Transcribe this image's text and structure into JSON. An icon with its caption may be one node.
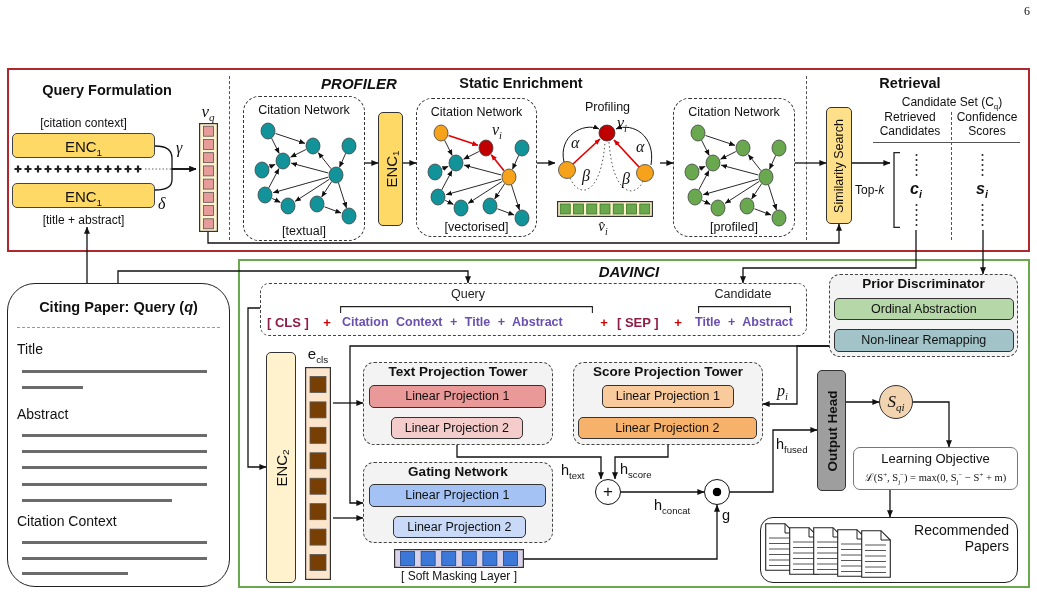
{
  "diagram": {
    "nodes": [
      {
        "text": [
          "PROFILER"
        ]
      },
      {
        "text": [
          "ENC$_{1}$"
        ],
        "beside": [
          "[citation context]"
        ],
        "in": 0
      },
      {
        "text": [
          "ENC$_{1}$"
        ],
        "beside": [
          "[title + abstract]"
        ],
        "in": 0
      },
      {
        "text": [
          "v$_{q}$"
        ],
        "in": 0
      },
      {
        "text": [
          "Citation Network",
          "[textual]"
        ],
        "in": 0
      },
      {
        "text": [
          "ENC$_{1}$"
        ],
        "in": 0
      },
      {
        "text": [
          "Citation Network",
          "[vectorised]"
        ],
        "in": 0
      },
      {
        "text": [
          "Profiling"
        ],
        "in": 0
      },
      {
        "text": [
          "Citation Network",
          "[profiled]"
        ],
        "in": 0
      },
      {
        "text": [
          "Similarity Search"
        ],
        "in": 0
      },
      {
        "text": [
          "c$_{i}$"
        ],
        "in": 0
      },
      {
        "text": [
          "s$_{i}$"
        ],
        "in": 0
      },
      {
        "text": [
          "Citing Paper: Query (*q*)",
          "Title",
          "Abstract",
          "Citation Context"
        ]
      },
      {
        "text": [
          "DAVINCI"
        ]
      },
      {
        "text": [
          "Query",
          "Candidate",
          "[ CLS ]",
          "+",
          "Citation Context + Title + Abstract",
          "+",
          "[ SEP ]",
          "+",
          "Title + Abstract"
        ],
        "in": 13
      },
      {
        "text": [
          "Prior Discriminator"
        ],
        "in": 13
      },
      {
        "text": [
          "Ordinal Abstraction"
        ],
        "in": 15
      },
      {
        "text": [
          "Non-linear Remapping"
        ],
        "in": 15
      },
      {
        "text": [
          "ENC$_{2}$"
        ],
        "in": 13
      },
      {
        "text": [
          "e$_{cls}$"
        ],
        "in": 13
      },
      {
        "text": [
          "Text Projection Tower"
        ],
        "in": 13
      },
      {
        "text": [
          "Linear Projection 1"
        ],
        "in": 20
      },
      {
        "text": [
          "Linear Projection 2"
        ],
        "in": 20
      },
      {
        "text": [
          "Score Projection Tower"
        ],
        "in": 13
      },
      {
        "text": [
          "Linear Projection 1"
        ],
        "in": 23
      },
      {
        "text": [
          "Linear Projection 2"
        ],
        "in": 23
      },
      {
        "text": [
          "Gating Network"
        ],
        "in": 13
      },
      {
        "text": [
          "Linear Projection 1"
        ],
        "in": 26
      },
      {
        "text": [
          "Linear Projection 2"
        ],
        "in": 26
      },
      {
        "text": [
          "[ Soft Masking Layer ]"
        ],
        "in": 13
      },
      {
        "text": [
          "+"
        ],
        "in": 13
      },
      {
        "text": [],
        "shape": "circle",
        "in": 13
      },
      {
        "text": [
          "Output Head"
        ],
        "in": 13
      },
      {
        "text": [
          "S$_{qi}$"
        ],
        "in": 13
      },
      {
        "text": [
          "Learning Objective",
          "ℒ(S$^{+}$, S$_{j}$$^{−}$) = max(0, S$_{j}$$^{−}$ − S$^{+}$ + m)"
        ],
        "in": 13
      },
      {
        "text": [
          "Recommended Papers"
        ],
        "in": 13
      }
    ],
    "edges": [
      {
        "from": 1,
        "to": 3,
        "arrow": "to",
        "label": "γ"
      },
      {
        "from": 2,
        "to": 3,
        "arrow": "to",
        "label": "δ"
      },
      {
        "from": 3,
        "to": 9,
        "arrow": "to"
      },
      {
        "from": 4,
        "to": 5,
        "arrow": "to"
      },
      {
        "from": 5,
        "to": 6,
        "arrow": "to"
      },
      {
        "from": 6,
        "to": 7,
        "arrow": "to"
      },
      {
        "from": 7,
        "to": 8,
        "arrow": "to"
      },
      {
        "from": 8,
        "to": 9,
        "arrow": "to"
      },
      {
        "from": 9,
        "to": 10,
        "arrow": "to"
      },
      {
        "from": 10,
        "to": 14,
        "arrow": "to"
      },
      {
        "from": 11,
        "to": 15,
        "arrow": "to"
      },
      {
        "from": 12,
        "to": 2,
        "arrow": "to"
      },
      {
        "from": 12,
        "to": 14,
        "arrow": "to"
      },
      {
        "from": 14,
        "to": 18,
        "arrow": "to"
      },
      {
        "from": 19,
        "to": 20,
        "arrow": "to"
      },
      {
        "from": 19,
        "to": 26,
        "arrow": "to"
      },
      {
        "from": 15,
        "to": 23,
        "arrow": "to",
        "label": "p$_{i}$"
      },
      {
        "from": 15,
        "to": 26,
        "arrow": "to"
      },
      {
        "from": 20,
        "to": 30,
        "arrow": "to",
        "label": "h$_{text}$"
      },
      {
        "from": 23,
        "to": 30,
        "arrow": "to",
        "label": "h$_{score}$"
      },
      {
        "from": 30,
        "to": 31,
        "arrow": "to",
        "label": "h$_{concat}$"
      },
      {
        "from": 29,
        "to": 31,
        "arrow": "to",
        "label": "g"
      },
      {
        "from": 31,
        "to": 32,
        "arrow": "to",
        "label": "h$_{fused}$"
      },
      {
        "from": 32,
        "to": 33,
        "arrow": "to"
      },
      {
        "from": 33,
        "to": 34,
        "arrow": "to"
      },
      {
        "from": 34,
        "to": 35,
        "arrow": "to"
      }
    ],
    "labels": [
      "6",
      "Query Formulation",
      "Static Enrichment",
      "Retrieval",
      "Candidate Set (C$_{q}$)",
      "Retrieved Candidates",
      "Confidence Scores",
      "v$_{i}$",
      "v$_{i}$",
      "α",
      "α",
      "β",
      "β",
      "v̂$_{i}$",
      "Top-*k*"
    ]
  }
}
